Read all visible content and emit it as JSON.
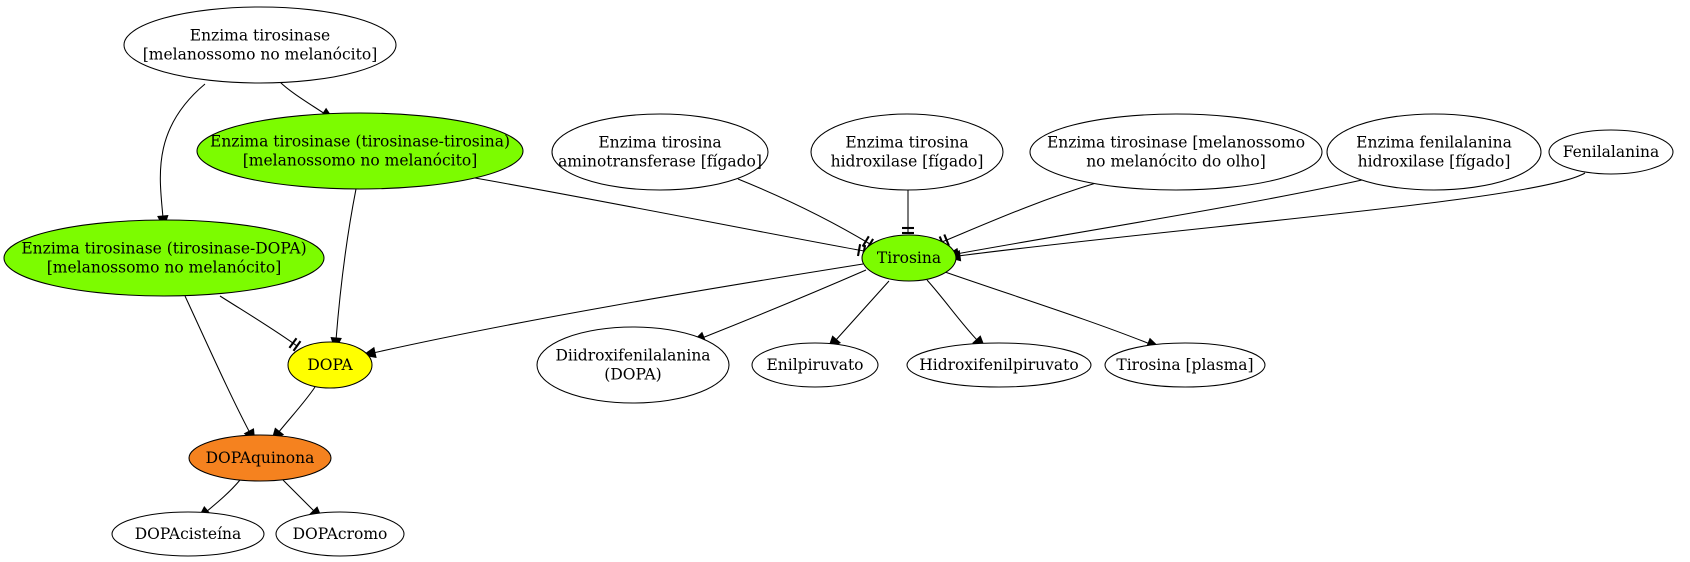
{
  "nodes": [
    {
      "id": "enz_tyr",
      "lines": [
        "Enzima tirosinase",
        "[melanossomo no melanócito]"
      ],
      "fill": "#ffffff"
    },
    {
      "id": "enz_tyr_tyr",
      "lines": [
        "Enzima tirosinase (tirosinase-tirosina)",
        "[melanossomo no melanócito]"
      ],
      "fill": "#7cfc00"
    },
    {
      "id": "enz_tyr_dopa",
      "lines": [
        "Enzima tirosinase (tirosinase-DOPA)",
        "[melanossomo no melanócito]"
      ],
      "fill": "#7cfc00"
    },
    {
      "id": "enz_tat",
      "lines": [
        "Enzima tirosina",
        "aminotransferase [fígado]"
      ],
      "fill": "#ffffff"
    },
    {
      "id": "enz_th",
      "lines": [
        "Enzima tirosina",
        "hidroxilase [fígado]"
      ],
      "fill": "#ffffff"
    },
    {
      "id": "enz_tyr_eye",
      "lines": [
        "Enzima tirosinase [melanossomo",
        "no melanócito do olho]"
      ],
      "fill": "#ffffff"
    },
    {
      "id": "enz_pah",
      "lines": [
        "Enzima fenilalanina",
        "hidroxilase [fígado]"
      ],
      "fill": "#ffffff"
    },
    {
      "id": "phe",
      "lines": [
        "Fenilalanina"
      ],
      "fill": "#ffffff"
    },
    {
      "id": "tyrosine",
      "lines": [
        "Tirosina"
      ],
      "fill": "#7cfc00"
    },
    {
      "id": "dopa",
      "lines": [
        "DOPA"
      ],
      "fill": "#ffff00"
    },
    {
      "id": "dihydroxy",
      "lines": [
        "Diidroxifenilalanina",
        "(DOPA)"
      ],
      "fill": "#ffffff"
    },
    {
      "id": "enilpiruvato",
      "lines": [
        "Enilpiruvato"
      ],
      "fill": "#ffffff"
    },
    {
      "id": "hidroxifenilpiruvato",
      "lines": [
        "Hidroxifenilpiruvato"
      ],
      "fill": "#ffffff"
    },
    {
      "id": "tyr_plasma",
      "lines": [
        "Tirosina [plasma]"
      ],
      "fill": "#ffffff"
    },
    {
      "id": "dopaquinona",
      "lines": [
        "DOPAquinona"
      ],
      "fill": "#f5821f"
    },
    {
      "id": "dopacisteina",
      "lines": [
        "DOPAcisteína"
      ],
      "fill": "#ffffff"
    },
    {
      "id": "dopacromo",
      "lines": [
        "DOPAcromo"
      ],
      "fill": "#ffffff"
    }
  ],
  "edges": [
    {
      "from": "enz_tyr",
      "to": "enz_tyr_tyr",
      "head": "arrow"
    },
    {
      "from": "enz_tyr",
      "to": "enz_tyr_dopa",
      "head": "arrow"
    },
    {
      "from": "enz_tyr_tyr",
      "to": "tyrosine",
      "head": "double-tee"
    },
    {
      "from": "enz_tyr_tyr",
      "to": "dopa",
      "head": "arrow"
    },
    {
      "from": "enz_tat",
      "to": "tyrosine",
      "head": "double-tee"
    },
    {
      "from": "enz_th",
      "to": "tyrosine",
      "head": "double-tee"
    },
    {
      "from": "enz_tyr_eye",
      "to": "tyrosine",
      "head": "double-tee"
    },
    {
      "from": "enz_pah",
      "to": "tyrosine",
      "head": "arrow"
    },
    {
      "from": "phe",
      "to": "tyrosine",
      "head": "arrow"
    },
    {
      "from": "tyrosine",
      "to": "dopa",
      "head": "arrow"
    },
    {
      "from": "tyrosine",
      "to": "dihydroxy",
      "head": "arrow"
    },
    {
      "from": "tyrosine",
      "to": "enilpiruvato",
      "head": "arrow"
    },
    {
      "from": "tyrosine",
      "to": "hidroxifenilpiruvato",
      "head": "arrow"
    },
    {
      "from": "tyrosine",
      "to": "tyr_plasma",
      "head": "arrow"
    },
    {
      "from": "enz_tyr_dopa",
      "to": "dopa",
      "head": "double-tee"
    },
    {
      "from": "enz_tyr_dopa",
      "to": "dopaquinona",
      "head": "arrow"
    },
    {
      "from": "dopa",
      "to": "dopaquinona",
      "head": "arrow"
    },
    {
      "from": "dopaquinona",
      "to": "dopacisteina",
      "head": "arrow"
    },
    {
      "from": "dopaquinona",
      "to": "dopacromo",
      "head": "arrow"
    }
  ]
}
